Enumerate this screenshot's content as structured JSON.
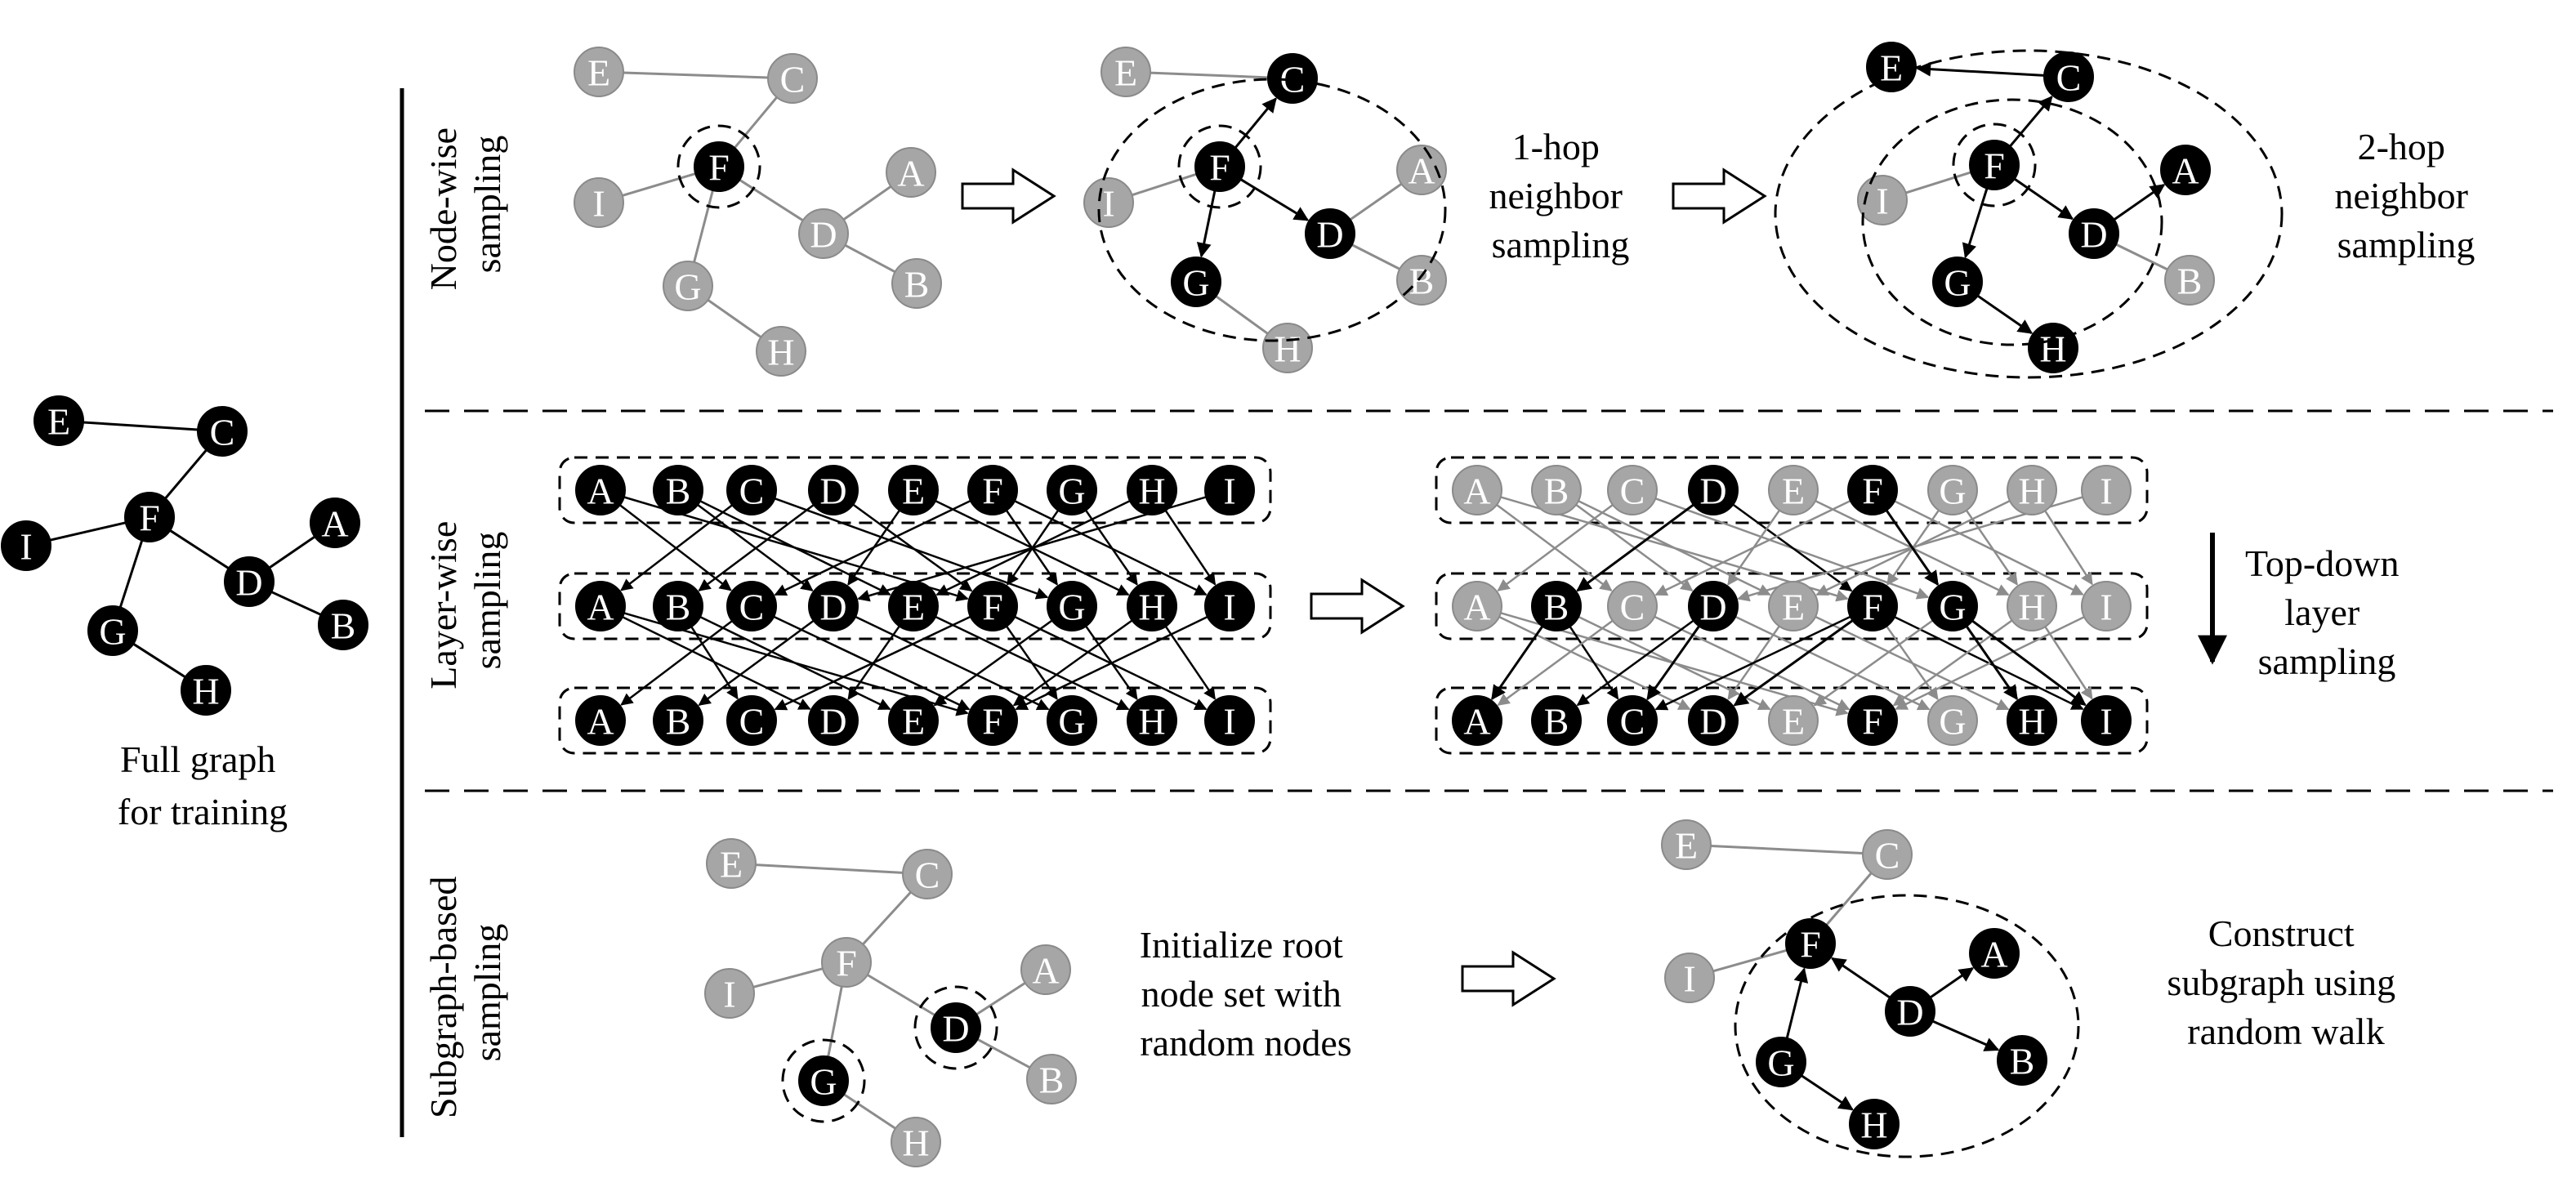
{
  "node_labels": [
    "A",
    "B",
    "C",
    "D",
    "E",
    "F",
    "G",
    "H",
    "I"
  ],
  "left": {
    "caption_lines": [
      "Full graph",
      "for training"
    ]
  },
  "rows": {
    "node_wise": {
      "label_lines": [
        "Node-wise",
        "sampling"
      ],
      "step1_lines": [
        "1-hop",
        "neighbor",
        "sampling"
      ],
      "step2_lines": [
        "2-hop",
        "neighbor",
        "sampling"
      ]
    },
    "layer_wise": {
      "label_lines": [
        "Layer-wise",
        "sampling"
      ],
      "step_lines": [
        "Top-down",
        "layer",
        "sampling"
      ]
    },
    "subgraph": {
      "label_lines": [
        "Subgraph-based",
        "sampling"
      ],
      "step1_lines": [
        "Initialize root",
        "node set with",
        "random nodes"
      ],
      "step2_lines": [
        "Construct",
        "subgraph using",
        "random walk"
      ]
    }
  },
  "colors": {
    "active": "#000000",
    "inactive": "#a6a6a6",
    "inactive_edge": "#8c8c8c",
    "background": "#ffffff"
  }
}
